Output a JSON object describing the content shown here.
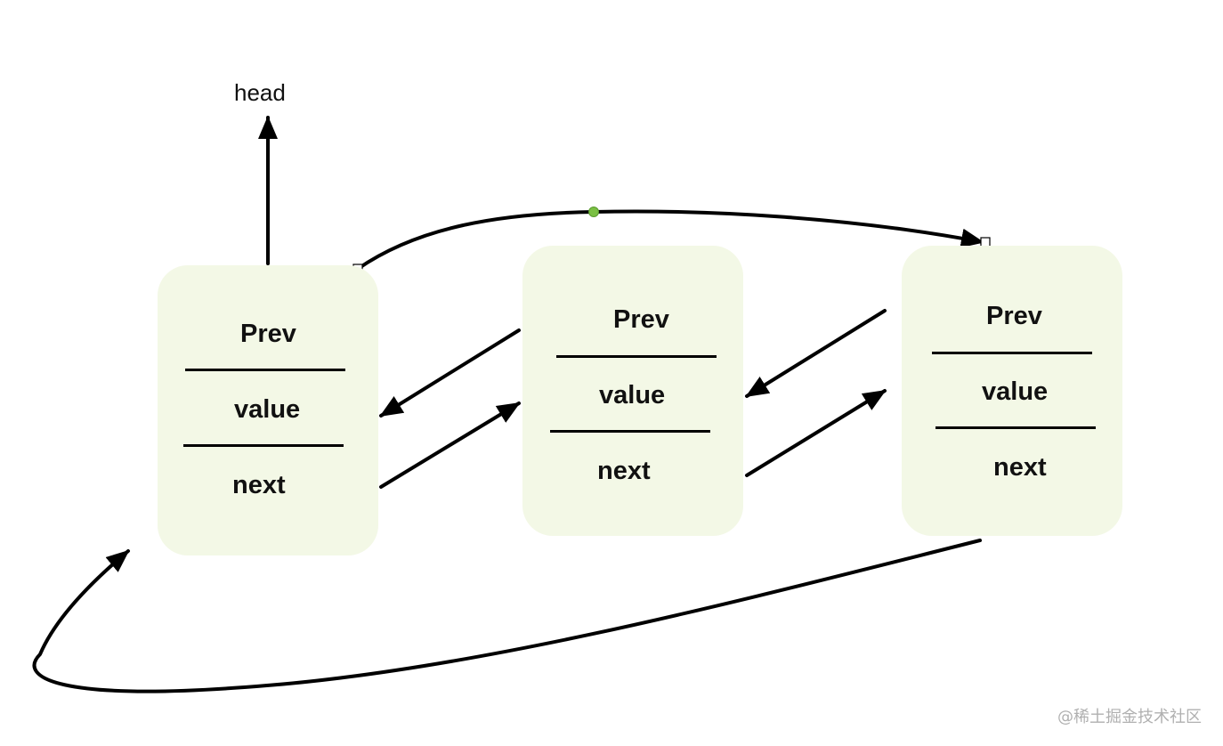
{
  "head_label": "head",
  "nodes": [
    {
      "prev": "Prev",
      "value": "value",
      "next": "next"
    },
    {
      "prev": "Prev",
      "value": "value",
      "next": "next"
    },
    {
      "prev": "Prev",
      "value": "value",
      "next": "next"
    }
  ],
  "watermark": "@稀土掘金技术社区",
  "colors": {
    "node_fill": "#f3f8e6",
    "arrow": "#000000",
    "control_point": "#7ac043"
  }
}
